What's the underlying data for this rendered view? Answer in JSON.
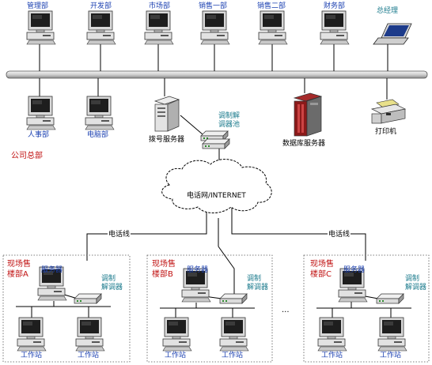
{
  "top_row": [
    "管理部",
    "开发部",
    "市场部",
    "销售一部",
    "销售二部",
    "财务部",
    "总经理"
  ],
  "second_row": {
    "hr": "人事部",
    "computer_dept": "电脑部",
    "dial_server": "拨号服务器",
    "modem_pool": "调制解\n调器池",
    "db_server": "数据库服务器",
    "printer": "打印机"
  },
  "company_hq": "公司总部",
  "cloud": "电话网/INTERNET",
  "phone_line": "电话线",
  "branches": [
    {
      "name": "现场售\n楼部A",
      "server": "服务器",
      "modem": "调制\n解调器",
      "workstation": "工作站"
    },
    {
      "name": "现场售\n楼部B",
      "server": "服务器",
      "modem": "调制\n解调器",
      "workstation": "工作站"
    },
    {
      "name": "现场售\n楼部C",
      "server": "服务器",
      "modem": "调制\n解调器",
      "workstation": "工作站"
    }
  ],
  "ellipsis": "...",
  "colors": {
    "label_blue": "#1a3fb0",
    "label_cyan": "#1a7a8c",
    "label_red": "#c01010"
  }
}
